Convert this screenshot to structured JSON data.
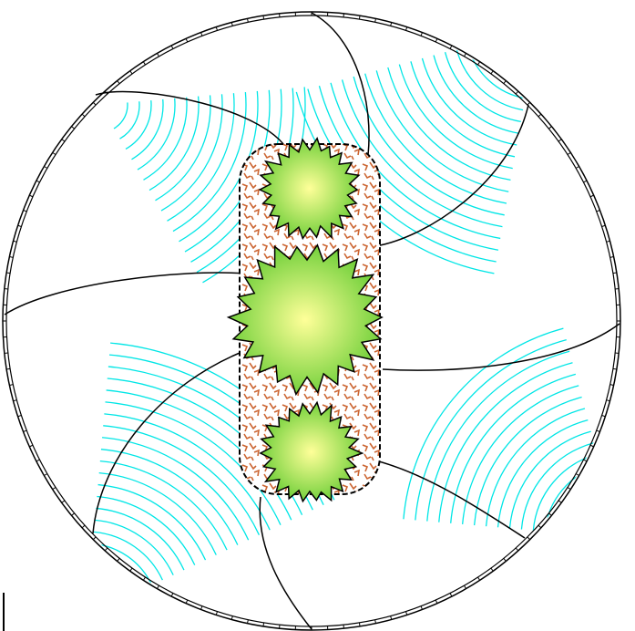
{
  "plan": {
    "colors": {
      "outline": "#000000",
      "hatch": "#00e6e6",
      "paving_fill": "#ffffff",
      "paving_pattern": "#cc6633",
      "tree_center": "#ffff99",
      "tree_edge": "#66cc33"
    },
    "elements": {
      "circular_bed": "circular-bed",
      "planting_beds": "hatched-planting-bed",
      "central_path": "decorative-paving-strip",
      "trees": [
        "tree-canopy-top",
        "tree-canopy-middle",
        "tree-canopy-bottom"
      ]
    }
  }
}
